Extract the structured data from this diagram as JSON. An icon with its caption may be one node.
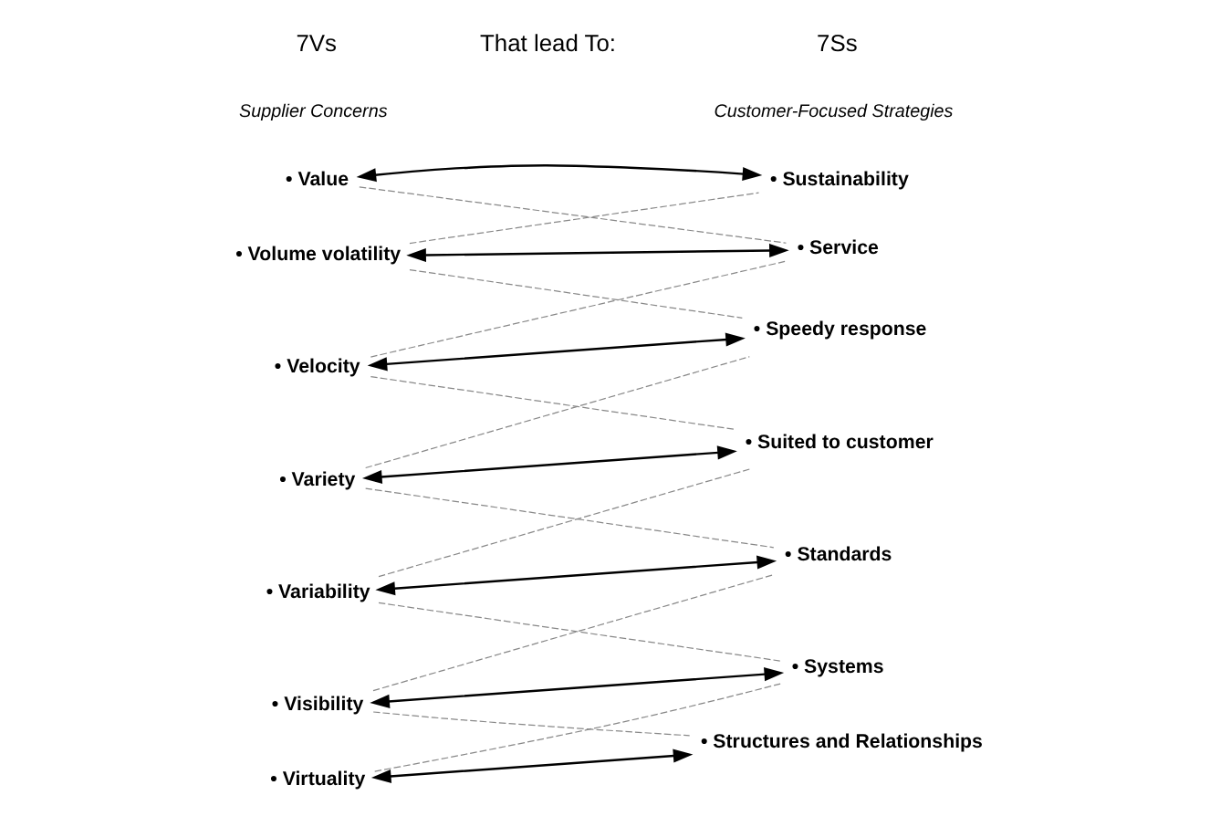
{
  "diagram": {
    "nodes": [
      {
        "text": [
          "• Value"
        ]
      },
      {
        "text": [
          "• Volume volatility"
        ]
      },
      {
        "text": [
          "• Velocity"
        ]
      },
      {
        "text": [
          "• Variety"
        ]
      },
      {
        "text": [
          "• Variability"
        ]
      },
      {
        "text": [
          "• Visibility"
        ]
      },
      {
        "text": [
          "• Virtuality"
        ]
      },
      {
        "text": [
          "• Sustainability"
        ]
      },
      {
        "text": [
          "• Service"
        ]
      },
      {
        "text": [
          "• Speedy response"
        ]
      },
      {
        "text": [
          "• Suited to customer"
        ]
      },
      {
        "text": [
          "• Standards"
        ]
      },
      {
        "text": [
          "• Systems"
        ]
      },
      {
        "text": [
          "• Structures and Relationships"
        ]
      }
    ],
    "edges": [
      {
        "from": 0,
        "to": 7,
        "arrow": "both",
        "color": "#000000"
      },
      {
        "from": 1,
        "to": 8,
        "arrow": "both",
        "color": "#000000"
      },
      {
        "from": 2,
        "to": 9,
        "arrow": "both",
        "color": "#000000"
      },
      {
        "from": 3,
        "to": 10,
        "arrow": "both",
        "color": "#000000"
      },
      {
        "from": 4,
        "to": 11,
        "arrow": "both",
        "color": "#000000"
      },
      {
        "from": 5,
        "to": 12,
        "arrow": "both",
        "color": "#000000"
      },
      {
        "from": 6,
        "to": 13,
        "arrow": "both",
        "color": "#000000"
      },
      {
        "from": 0,
        "to": 8,
        "arrow": "none",
        "style": "dashed",
        "color": "#888888"
      },
      {
        "from": 1,
        "to": 7,
        "arrow": "none",
        "style": "dashed",
        "color": "#888888"
      },
      {
        "from": 1,
        "to": 9,
        "arrow": "none",
        "style": "dashed",
        "color": "#888888"
      },
      {
        "from": 2,
        "to": 8,
        "arrow": "none",
        "style": "dashed",
        "color": "#888888"
      },
      {
        "from": 2,
        "to": 10,
        "arrow": "none",
        "style": "dashed",
        "color": "#888888"
      },
      {
        "from": 3,
        "to": 9,
        "arrow": "none",
        "style": "dashed",
        "color": "#888888"
      },
      {
        "from": 3,
        "to": 11,
        "arrow": "none",
        "style": "dashed",
        "color": "#888888"
      },
      {
        "from": 4,
        "to": 10,
        "arrow": "none",
        "style": "dashed",
        "color": "#888888"
      },
      {
        "from": 4,
        "to": 12,
        "arrow": "none",
        "style": "dashed",
        "color": "#888888"
      },
      {
        "from": 5,
        "to": 11,
        "arrow": "none",
        "style": "dashed",
        "color": "#888888"
      },
      {
        "from": 5,
        "to": 13,
        "arrow": "none",
        "style": "dashed",
        "color": "#888888"
      },
      {
        "from": 6,
        "to": 12,
        "arrow": "none",
        "style": "dashed",
        "color": "#888888"
      }
    ],
    "labels": [
      "7Vs",
      "That lead To:",
      "7Ss",
      "Supplier Concerns",
      "Customer-Focused Strategies"
    ]
  }
}
